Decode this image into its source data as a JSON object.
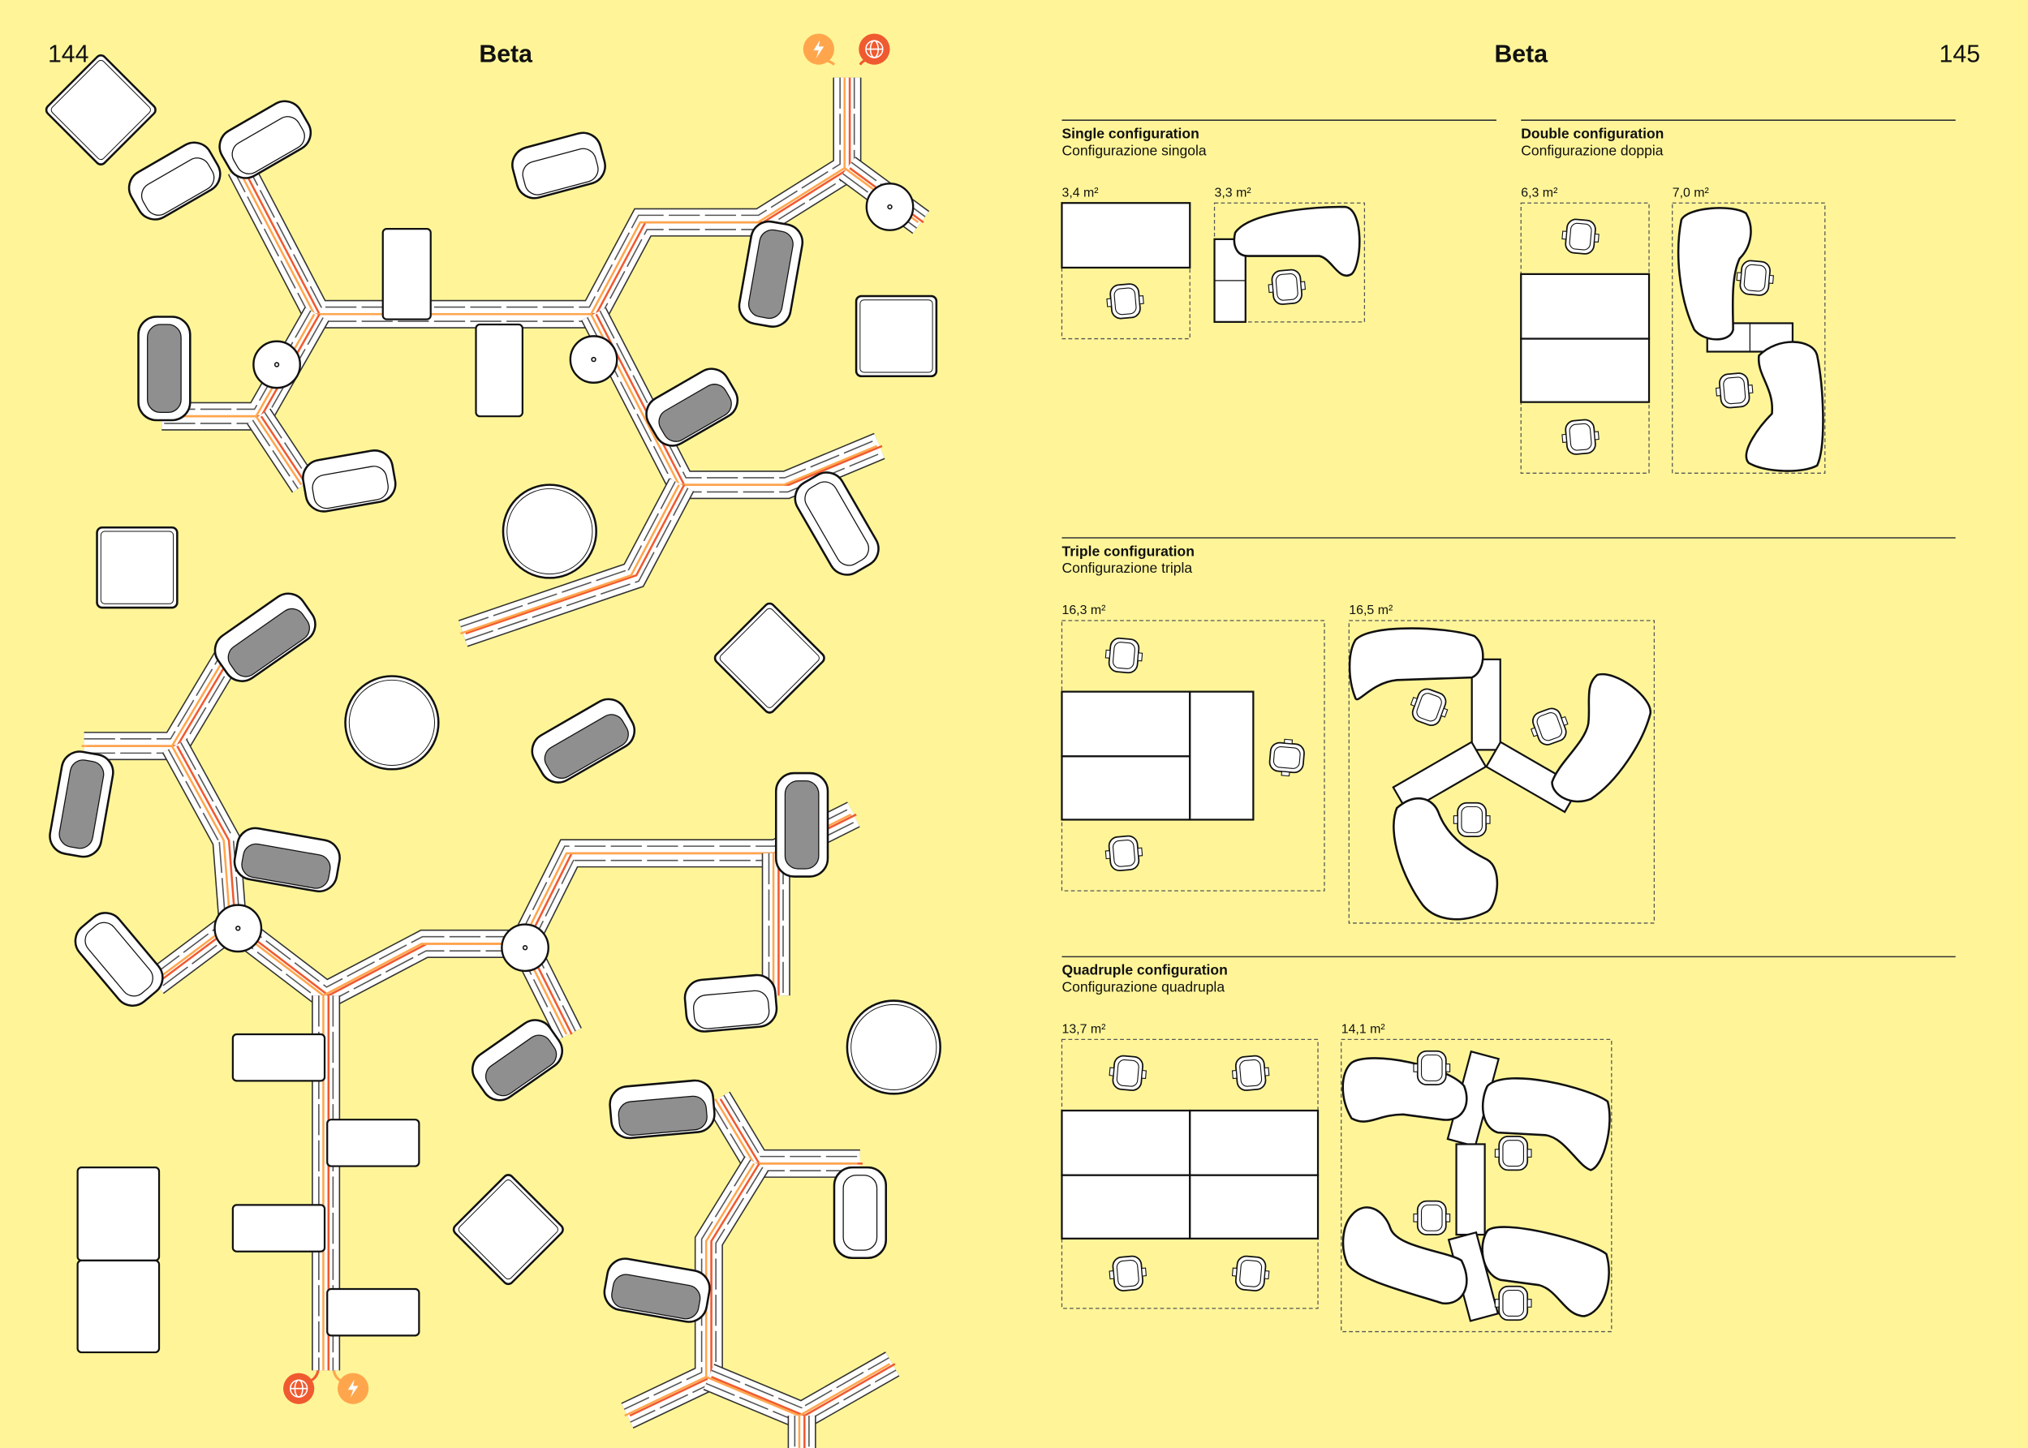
{
  "left_page": {
    "page_number": "144",
    "title": "Beta",
    "icons": {
      "top": [
        "power-icon",
        "globe-icon"
      ],
      "bottom": [
        "globe-icon",
        "power-icon"
      ]
    }
  },
  "right_page": {
    "page_number": "145",
    "title": "Beta",
    "sections": {
      "single": {
        "title": "Single configuration",
        "subtitle": "Configurazione singola",
        "areas": [
          "3,4 m²",
          "3,3 m²"
        ]
      },
      "double": {
        "title": "Double configuration",
        "subtitle": "Configurazione doppia",
        "areas": [
          "6,3 m²",
          "7,0 m²"
        ]
      },
      "triple": {
        "title": "Triple configuration",
        "subtitle": "Configurazione tripla",
        "areas": [
          "16,3 m²",
          "16,5 m²"
        ]
      },
      "quadruple": {
        "title": "Quadruple configuration",
        "subtitle": "Configurazione quadrupla",
        "areas": [
          "13,7 m²",
          "14,1 m²"
        ]
      }
    }
  },
  "colors": {
    "background": "#fff598",
    "power": "#ffa64d",
    "data": "#f05a30",
    "gray_upholstery": "#8f8f8f"
  }
}
